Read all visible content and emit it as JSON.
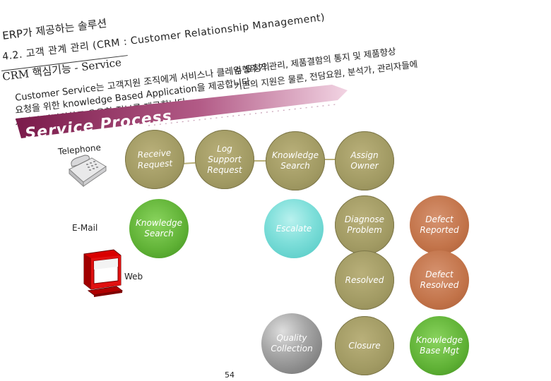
{
  "header": {
    "title": "ERP가 제공하는 솔루션",
    "subtitle": "4.2. 고객 관계 관리 (CRM : Customer Relationship Management)",
    "section": "CRM 핵심기능 - Service",
    "description_right_1": "수행주기 관리, 제품결함의 통지 및 제품향상",
    "description_right_2": "기존의 지원은 물론, 전담요원, 분석가, 관리자들에",
    "description_1": "Customer Service는 고객지원 조직에게 서비스나 클레임 요청의",
    "description_2": "요청을 위한 knowledge Based Application을 제공합니다.",
    "description_3": "게까지 광범위하고 유용한 정보를 제공합니다."
  },
  "process_title": "Service Process",
  "channels": {
    "telephone": "Telephone",
    "email": "E-Mail",
    "web": "Web"
  },
  "nodes": {
    "receive_request": "Receive\nRequest",
    "log_support_request": "Log\nSupport\nRequest",
    "knowledge_search_1": "Knowledge\nSearch",
    "assign_owner": "Assign\nOwner",
    "knowledge_search_2": "Knowledge\nSearch",
    "escalate": "Escalate",
    "diagnose_problem": "Diagnose\nProblem",
    "defect_reported": "Defect\nReported",
    "resolved": "Resolved",
    "defect_resolved": "Defect\nResolved",
    "quality_collection": "Quality\nCollection",
    "closure": "Closure",
    "knowledge_base_mgt": "Knowledge\nBase Mgt"
  },
  "colors": {
    "olive": "#a19a63",
    "teal": "#7fdfda",
    "orange": "#c27349",
    "green": "#5fb135",
    "banner_dark": "#7a1a4a",
    "banner_light": "#e8b6cf"
  },
  "page_number": "54"
}
